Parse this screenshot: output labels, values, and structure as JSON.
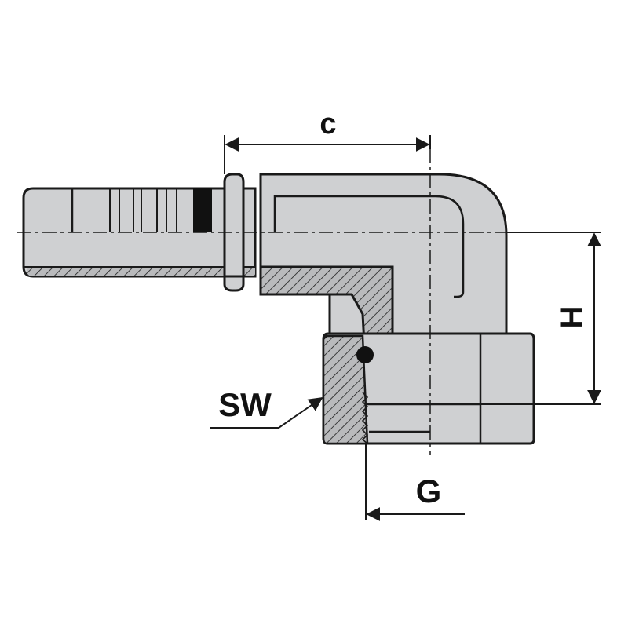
{
  "labels": {
    "c": "c",
    "h": "H",
    "sw": "SW",
    "g": "G"
  },
  "colors": {
    "body_fill": "#cfd0d2",
    "outline": "#1a1a1a",
    "section_fill": "#b9babc",
    "background": "#ffffff"
  }
}
